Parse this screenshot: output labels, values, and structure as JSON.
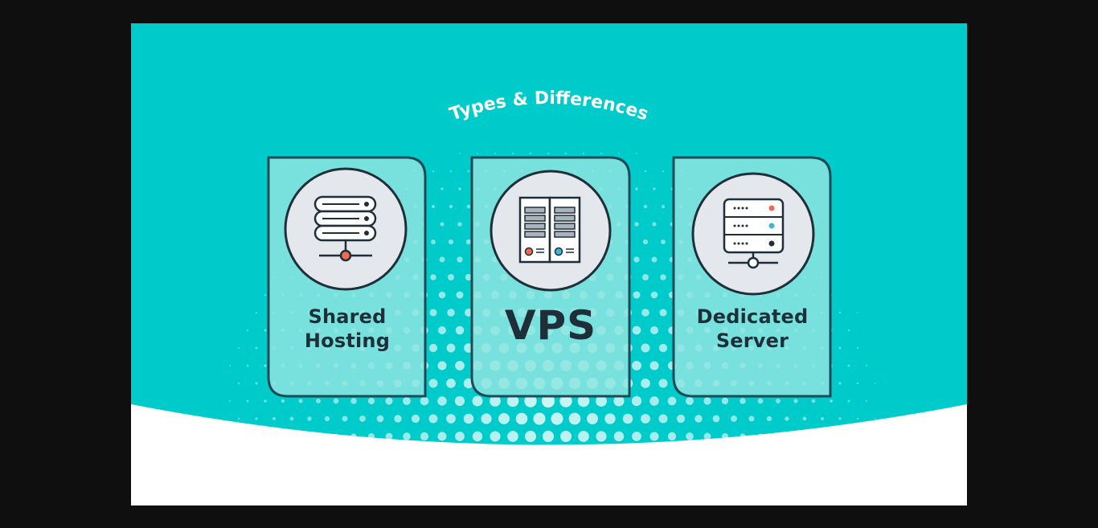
{
  "banner": {
    "curved_title": "Types & Differences",
    "colors": {
      "background": "#00cbcb",
      "card_fill": "#7fe3df",
      "card_border": "#1f4a55",
      "icon_circle": "#e4e7ec",
      "dark_ink": "#1f2f3a",
      "accent_orange": "#f26b4f",
      "accent_blue": "#3fb6d6",
      "footer": "#ffffff",
      "outer_frame": "#0f0f0f"
    }
  },
  "cards": [
    {
      "icon": "stacked-server-icon",
      "label_line1": "Shared",
      "label_line2": "Hosting"
    },
    {
      "icon": "server-rack-icon",
      "label": "VPS"
    },
    {
      "icon": "dedicated-server-icon",
      "label_line1": "Dedicated",
      "label_line2": "Server"
    }
  ]
}
